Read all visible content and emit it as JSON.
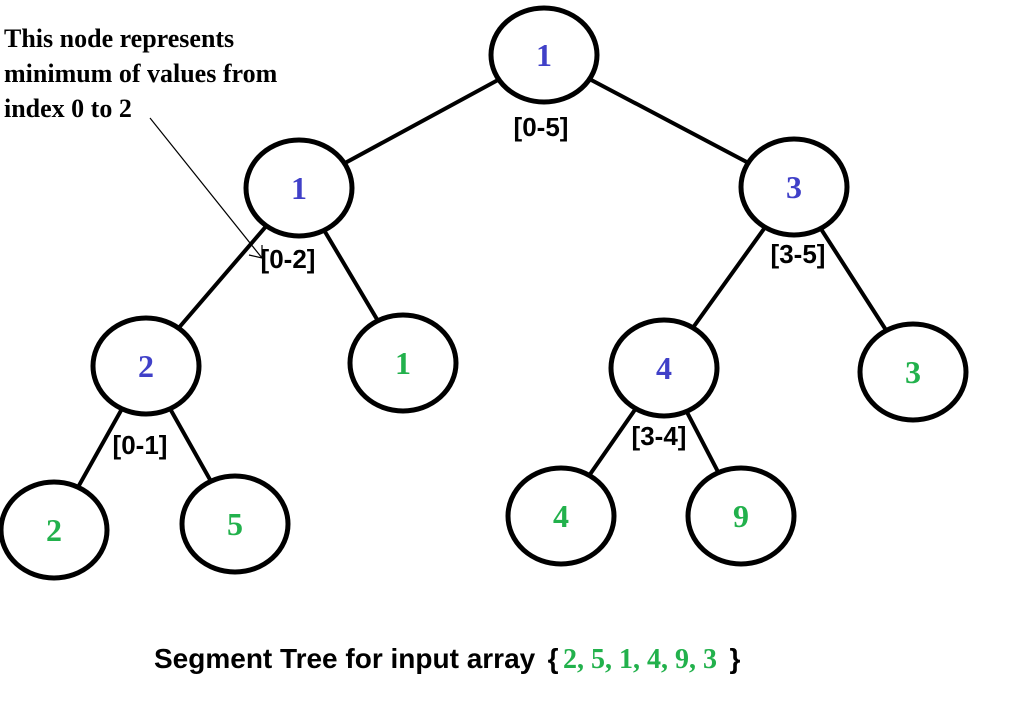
{
  "colors": {
    "internal_value": "#4040c8",
    "leaf_value": "#22b14c",
    "stroke": "#000000"
  },
  "annotation": {
    "lines": [
      "This node represents",
      "minimum of values from",
      "index 0 to 2"
    ]
  },
  "nodes": [
    {
      "id": "root",
      "value": "1",
      "range": "[0-5]",
      "kind": "internal"
    },
    {
      "id": "left",
      "value": "1",
      "range": "[0-2]",
      "kind": "internal"
    },
    {
      "id": "right",
      "value": "3",
      "range": "[3-5]",
      "kind": "internal"
    },
    {
      "id": "left-left",
      "value": "2",
      "range": "[0-1]",
      "kind": "internal"
    },
    {
      "id": "left-right",
      "value": "1",
      "range": "",
      "kind": "leaf"
    },
    {
      "id": "right-left",
      "value": "4",
      "range": "[3-4]",
      "kind": "internal"
    },
    {
      "id": "right-right",
      "value": "3",
      "range": "",
      "kind": "leaf"
    },
    {
      "id": "leaf-a",
      "value": "2",
      "range": "",
      "kind": "leaf"
    },
    {
      "id": "leaf-b",
      "value": "5",
      "range": "",
      "kind": "leaf"
    },
    {
      "id": "leaf-c",
      "value": "4",
      "range": "",
      "kind": "leaf"
    },
    {
      "id": "leaf-d",
      "value": "9",
      "range": "",
      "kind": "leaf"
    }
  ],
  "edges": [
    [
      "root",
      "left"
    ],
    [
      "root",
      "right"
    ],
    [
      "left",
      "left-left"
    ],
    [
      "left",
      "left-right"
    ],
    [
      "right",
      "right-left"
    ],
    [
      "right",
      "right-right"
    ],
    [
      "left-left",
      "leaf-a"
    ],
    [
      "left-left",
      "leaf-b"
    ],
    [
      "right-left",
      "leaf-c"
    ],
    [
      "right-left",
      "leaf-d"
    ]
  ],
  "caption": {
    "prefix": "Segment Tree for input array",
    "open_brace": "{",
    "array": "2, 5, 1, 4, 9, 3",
    "close_brace": "}"
  }
}
